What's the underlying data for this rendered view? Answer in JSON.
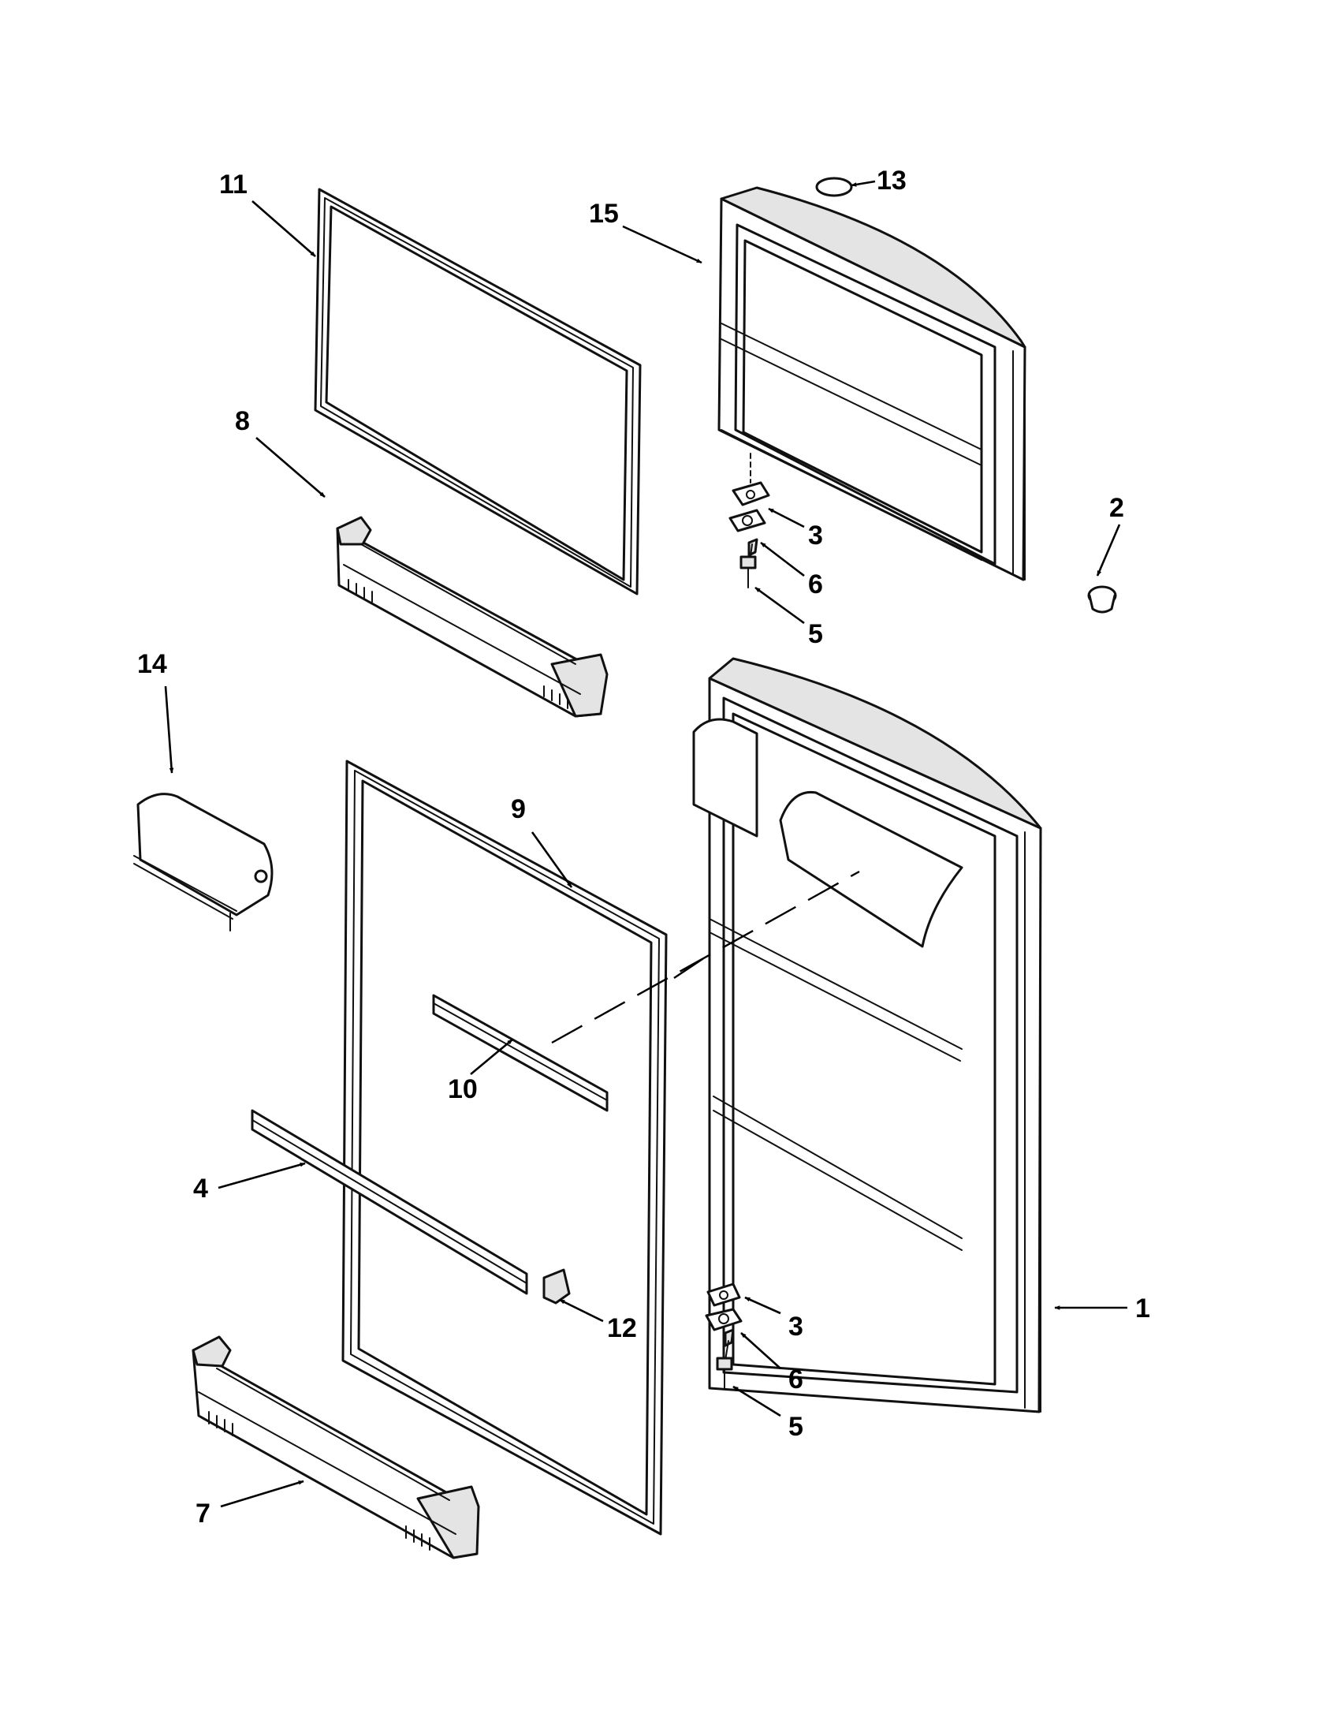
{
  "diagram": {
    "callouts": [
      {
        "id": "1",
        "label": "1"
      },
      {
        "id": "2",
        "label": "2"
      },
      {
        "id": "3a",
        "label": "3"
      },
      {
        "id": "3b",
        "label": "3"
      },
      {
        "id": "4",
        "label": "4"
      },
      {
        "id": "5a",
        "label": "5"
      },
      {
        "id": "5b",
        "label": "5"
      },
      {
        "id": "6a",
        "label": "6"
      },
      {
        "id": "6b",
        "label": "6"
      },
      {
        "id": "7",
        "label": "7"
      },
      {
        "id": "8",
        "label": "8"
      },
      {
        "id": "9",
        "label": "9"
      },
      {
        "id": "10",
        "label": "10"
      },
      {
        "id": "11",
        "label": "11"
      },
      {
        "id": "12",
        "label": "12"
      },
      {
        "id": "13",
        "label": "13"
      },
      {
        "id": "14",
        "label": "14"
      },
      {
        "id": "15",
        "label": "15"
      }
    ]
  }
}
